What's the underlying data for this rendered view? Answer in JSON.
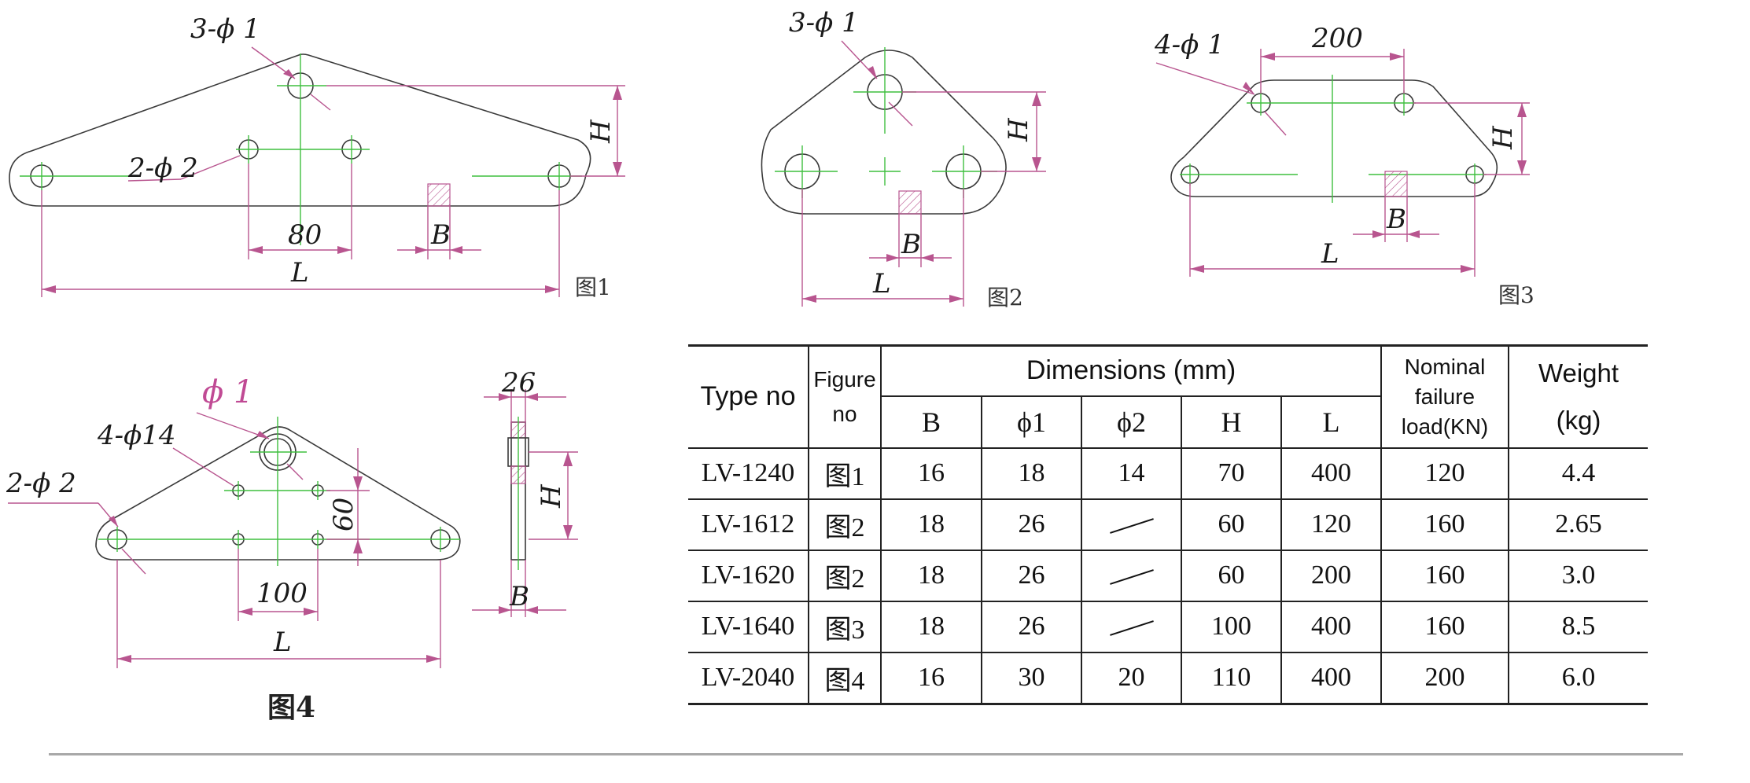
{
  "figures": {
    "fig1": {
      "caption": "图1",
      "hole_top": "3-ϕ 1",
      "hole_mid": "2-ϕ 2",
      "dim_80": "80",
      "dim_b": "B",
      "dim_l": "L",
      "dim_h": "H"
    },
    "fig2": {
      "caption": "图2",
      "hole_top": "3-ϕ 1",
      "dim_b": "B",
      "dim_l": "L",
      "dim_h": "H"
    },
    "fig3": {
      "caption": "图3",
      "hole_top": "4-ϕ 1",
      "dim_200": "200",
      "dim_b": "B",
      "dim_l": "L",
      "dim_h": "H"
    },
    "fig4": {
      "caption": "图4",
      "hole_phi": "ϕ 1",
      "hole_4phi": "4-ϕ14",
      "hole_2phi": "2-ϕ 2",
      "dim_100": "100",
      "dim_60": "60",
      "dim_l": "L",
      "dim_26": "26",
      "dim_h": "H",
      "dim_b": "B"
    }
  },
  "table": {
    "header": {
      "type_no": "Type no",
      "figure_line1": "Figure",
      "figure_line2": "no",
      "dimensions": "Dimensions (mm)",
      "nominal_line1": "Nominal",
      "nominal_line2": "failure",
      "nominal_line3": "load(KN)",
      "weight_line1": "Weight",
      "weight_line2": "(kg)",
      "sub": [
        "B",
        "ϕ1",
        "ϕ2",
        "H",
        "L"
      ]
    },
    "rows": [
      {
        "type": "LV-1240",
        "figure": "图1",
        "b": "16",
        "phi1": "18",
        "phi2": "14",
        "h": "70",
        "l": "400",
        "load": "120",
        "weight": "4.4"
      },
      {
        "type": "LV-1612",
        "figure": "图2",
        "b": "18",
        "phi1": "26",
        "phi2": "",
        "h": "60",
        "l": "120",
        "load": "160",
        "weight": "2.65"
      },
      {
        "type": "LV-1620",
        "figure": "图2",
        "b": "18",
        "phi1": "26",
        "phi2": "",
        "h": "60",
        "l": "200",
        "load": "160",
        "weight": "3.0"
      },
      {
        "type": "LV-1640",
        "figure": "图3",
        "b": "18",
        "phi1": "26",
        "phi2": "",
        "h": "100",
        "l": "400",
        "load": "160",
        "weight": "8.5"
      },
      {
        "type": "LV-2040",
        "figure": "图4",
        "b": "16",
        "phi1": "30",
        "phi2": "20",
        "h": "110",
        "l": "400",
        "load": "200",
        "weight": "6.0"
      }
    ]
  },
  "colors": {
    "outline": "#3a3a3a",
    "center_line": "#3fbf3f",
    "dimension": "#b8558f"
  }
}
